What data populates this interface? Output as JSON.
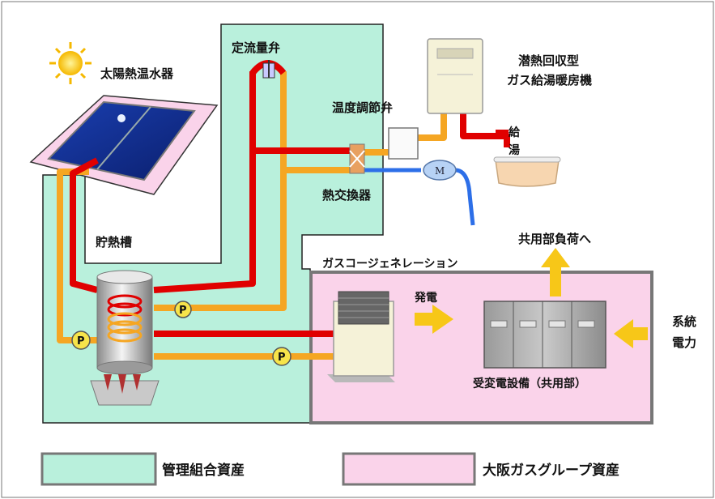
{
  "labels": {
    "solar_heater": "太陽熱温水器",
    "flow_valve": "定流量弁",
    "latent_heat_unit_line1": "潜熱回収型",
    "latent_heat_unit_line2": "ガス給湯暖房機",
    "temp_valve": "温度調節弁",
    "supply_line1": "給",
    "supply_line2": "湯",
    "heat_exchanger": "熱交換器",
    "storage_tank": "貯熱槽",
    "cogeneration": "ガスコージェネレーション",
    "common_load": "共用部負荷へ",
    "generation": "発電",
    "substation": "受変電設備（共用部）",
    "grid_line1": "系統",
    "grid_line2": "電力",
    "pump": "P",
    "motor": "M"
  },
  "legend": {
    "management": "管理組合資産",
    "osaka_gas": "大阪ガスグループ資産"
  },
  "colors": {
    "management_fill": "#b9f0dc",
    "osaka_gas_fill": "#fad3ea",
    "hot_pipe": "#e00000",
    "warm_pipe": "#f5a623",
    "cold_pipe": "#2d6fe8",
    "arrow": "#f7c718"
  }
}
